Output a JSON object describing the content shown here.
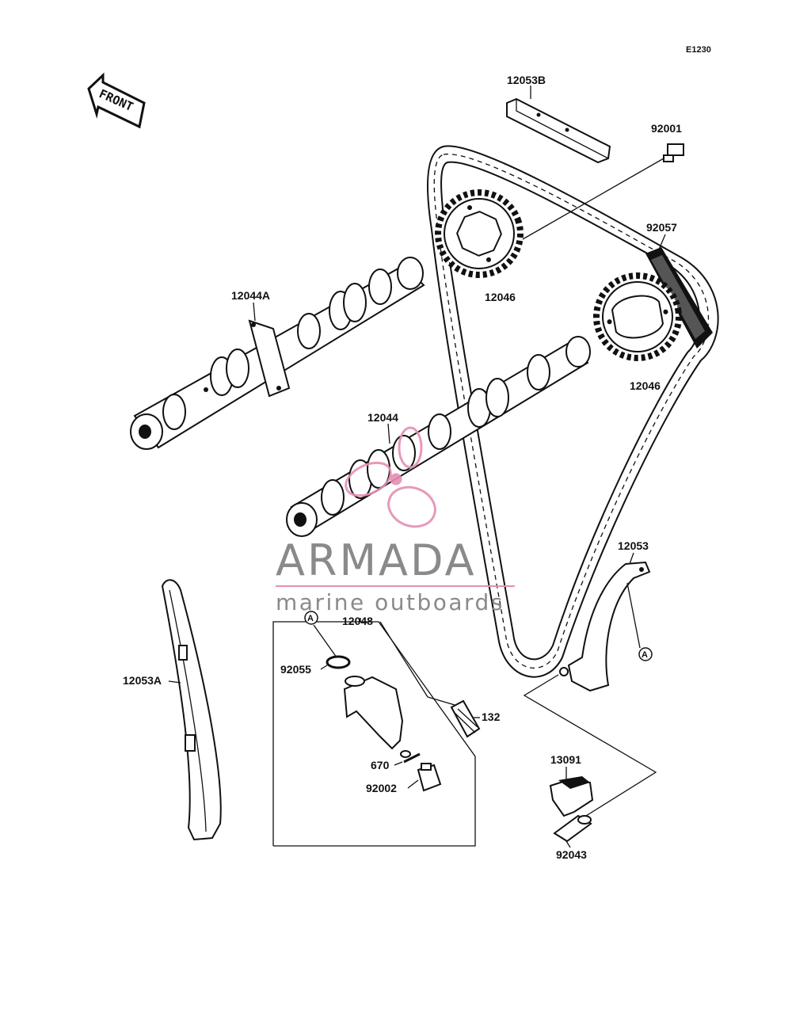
{
  "diagram_code": "E1230",
  "front_label": "FRONT",
  "circle_marker": "A",
  "parts": {
    "p12053B": "12053B",
    "p92001": "92001",
    "p92057": "92057",
    "p12046_upper": "12046",
    "p12046_lower": "12046",
    "p12044A": "12044A",
    "p12044": "12044",
    "p12053": "12053",
    "p12048": "12048",
    "p92055": "92055",
    "p12053A": "12053A",
    "p132": "132",
    "p670": "670",
    "p92002": "92002",
    "p13091": "13091",
    "p92043": "92043"
  },
  "watermark": {
    "name": "ARMADA",
    "tagline": "marine outboards",
    "accent_color": "#e58fb4",
    "text_color": "#8a8a8a"
  }
}
